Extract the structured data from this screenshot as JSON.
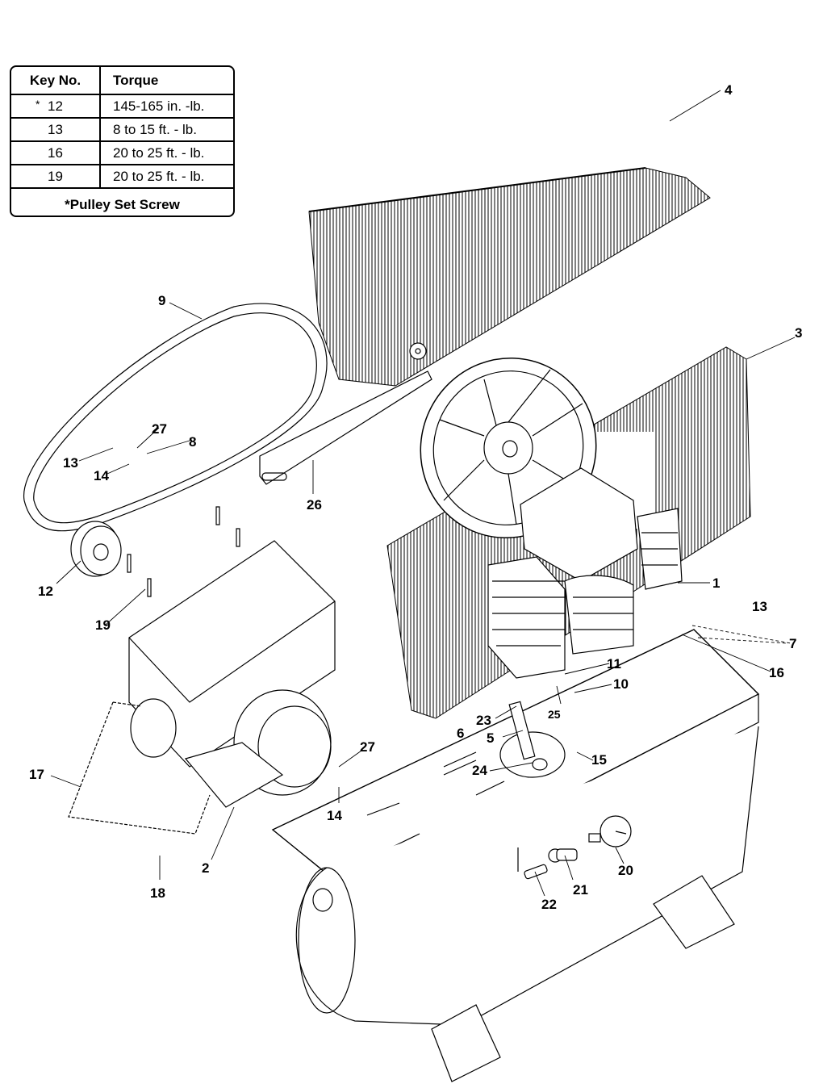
{
  "torque_table": {
    "headers": {
      "key": "Key No.",
      "torque": "Torque"
    },
    "rows": [
      {
        "star": "*",
        "key": "12",
        "torque": "145-165 in. -lb."
      },
      {
        "star": "",
        "key": "13",
        "torque": "8 to 15 ft. - lb."
      },
      {
        "star": "",
        "key": "16",
        "torque": "20 to 25 ft. - lb."
      },
      {
        "star": "",
        "key": "19",
        "torque": "20 to 25 ft. - lb."
      }
    ],
    "footnote": "*Pulley Set Screw"
  },
  "callouts": {
    "c1": "1",
    "c2": "2",
    "c3": "3",
    "c4": "4",
    "c5": "5",
    "c6": "6",
    "c7": "7",
    "c8": "8",
    "c9": "9",
    "c10": "10",
    "c11": "11",
    "c12": "12",
    "c13a": "13",
    "c13b": "13",
    "c14a": "14",
    "c14b": "14",
    "c15": "15",
    "c16": "16",
    "c17": "17",
    "c18": "18",
    "c19": "19",
    "c20": "20",
    "c21": "21",
    "c22": "22",
    "c23": "23",
    "c24": "24",
    "c25": "25",
    "c26": "26",
    "c27a": "27",
    "c27b": "27"
  }
}
